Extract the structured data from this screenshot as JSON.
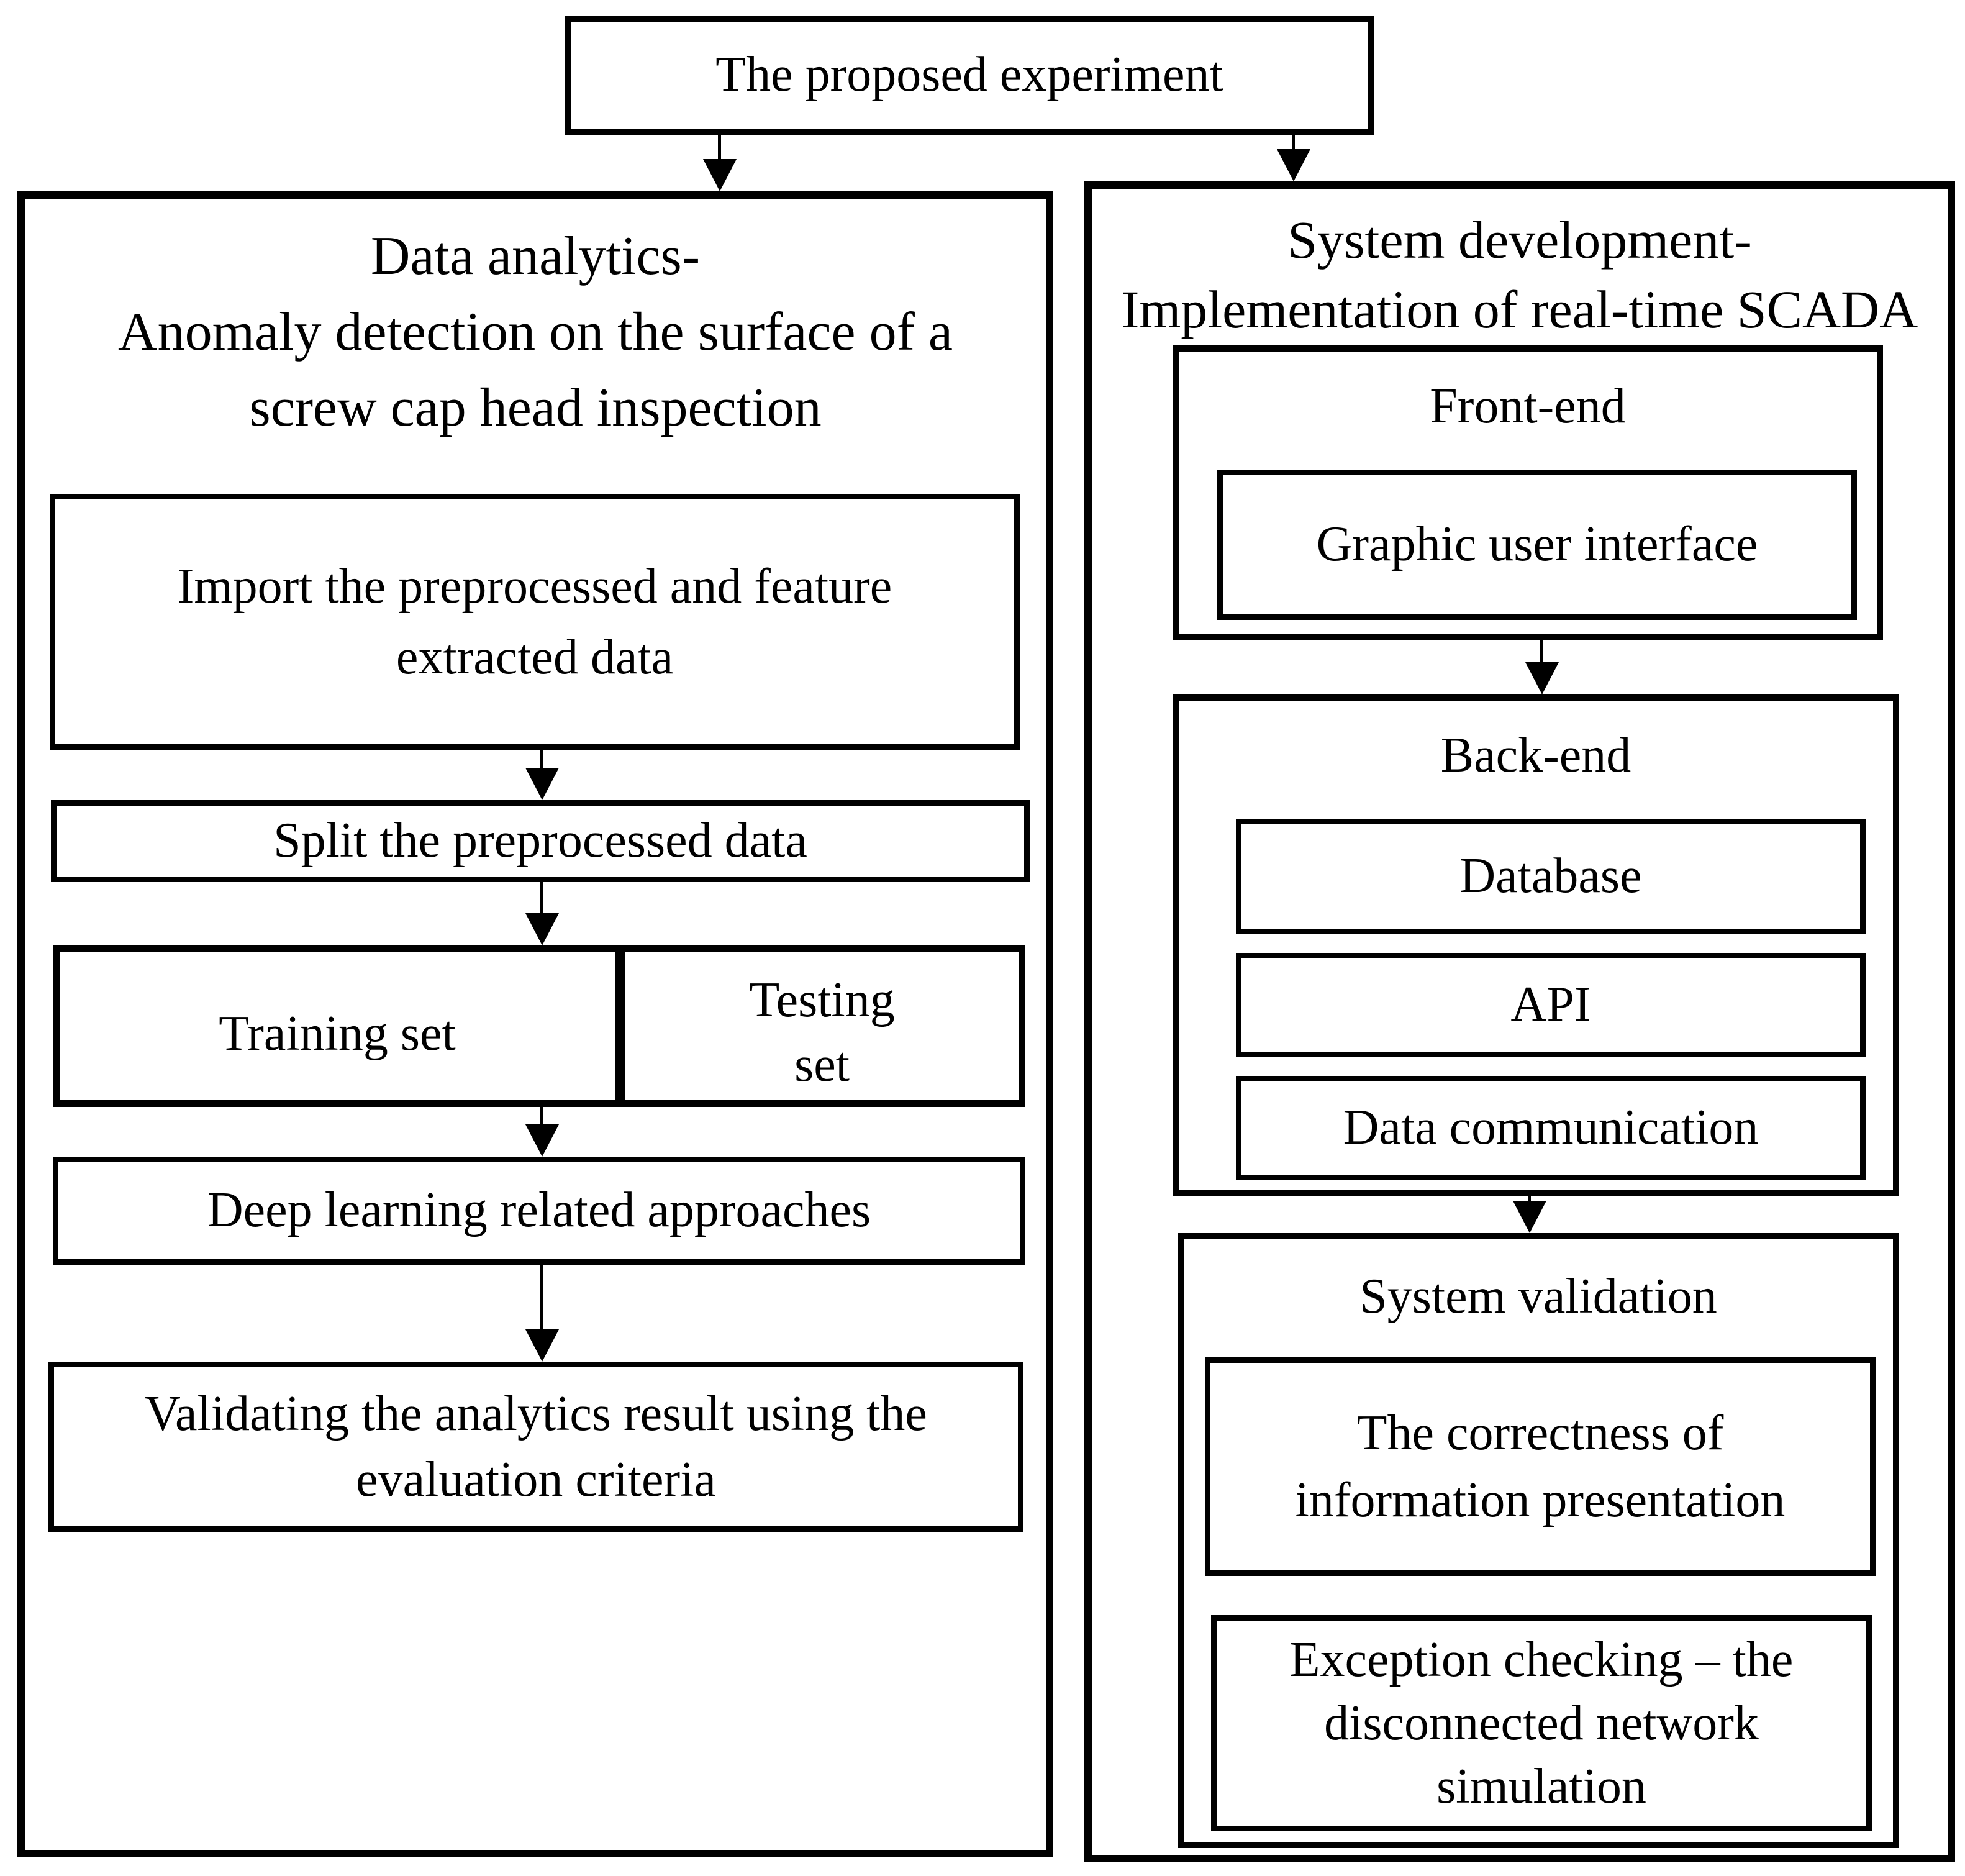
{
  "root_box": {
    "label": "The proposed experiment"
  },
  "left_column": {
    "title": "Data analytics-\nAnomaly detection on the surface of a\nscrew cap head inspection",
    "import_box": "Import the preprocessed and feature\nextracted data",
    "split_box": "Split the preprocessed data",
    "training_box": "Training set",
    "testing_box": "Testing\nset",
    "deep_learning_box": "Deep learning related approaches",
    "validating_box": "Validating the analytics result using the\nevaluation criteria"
  },
  "right_column": {
    "title": "System development-\nImplementation of real-time SCADA",
    "front_end": {
      "label": "Front-end",
      "gui_box": "Graphic user interface"
    },
    "back_end": {
      "label": "Back-end",
      "database_box": "Database",
      "api_box": "API",
      "data_comm_box": "Data communication"
    },
    "validation": {
      "label": "System validation",
      "correctness_box": "The correctness of\ninformation presentation",
      "exception_box": "Exception checking – the\ndisconnected network\nsimulation"
    }
  },
  "colors": {
    "line": "#000000",
    "background": "#ffffff"
  }
}
